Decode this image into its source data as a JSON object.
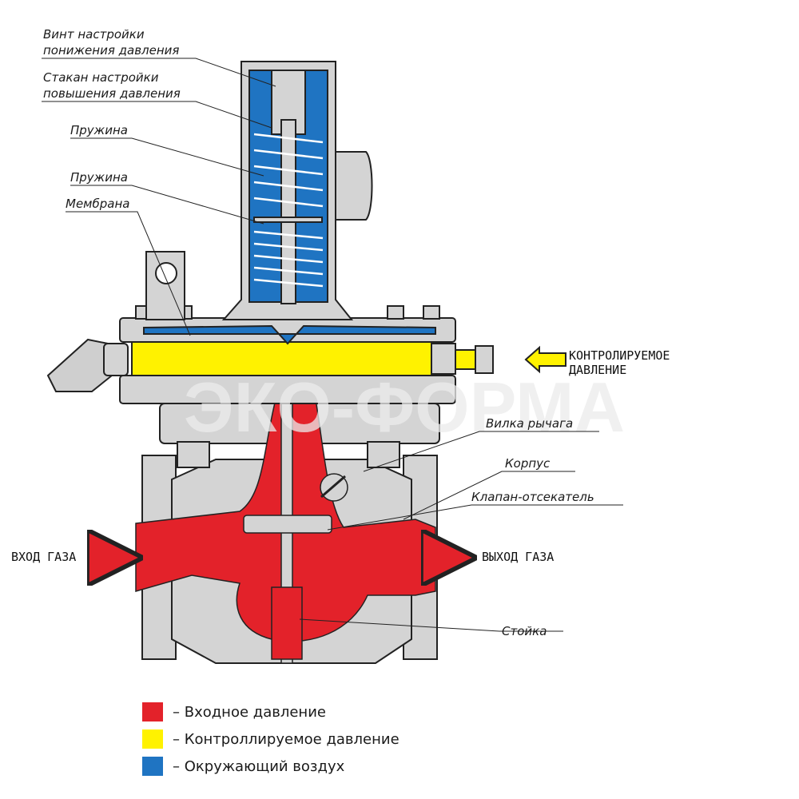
{
  "colors": {
    "inlet_pressure": "#e3222a",
    "controlled_pressure": "#fff200",
    "ambient_air": "#1f74c2",
    "body_grey": "#d4d4d4",
    "outline": "#222222",
    "watermark": "#ececec"
  },
  "callouts": {
    "screw_l1": "Винт настройки",
    "screw_l2": "понижения давления",
    "cup_l1": "Стакан настройки",
    "cup_l2": "повышения давления",
    "spring1": "Пружина",
    "spring2": "Пружина",
    "membrane": "Мембрана",
    "lever_fork": "Вилка рычага",
    "housing": "Корпус",
    "shutoff_valve": "Клапан-отсекатель",
    "stand": "Стойка"
  },
  "flow": {
    "inlet": "ВХОД ГАЗА",
    "outlet": "ВЫХОД ГАЗА",
    "controlled_l1": "КОНТРОЛИРУЕМОЕ",
    "controlled_l2": "ДАВЛЕНИЕ"
  },
  "watermark": "ЭКО-ФОРМА",
  "legend": [
    {
      "color": "#e3222a",
      "text": "– Входное давление"
    },
    {
      "color": "#fff200",
      "text": "– Контроллируемое давление"
    },
    {
      "color": "#1f74c2",
      "text": "– Окружающий воздух"
    }
  ]
}
